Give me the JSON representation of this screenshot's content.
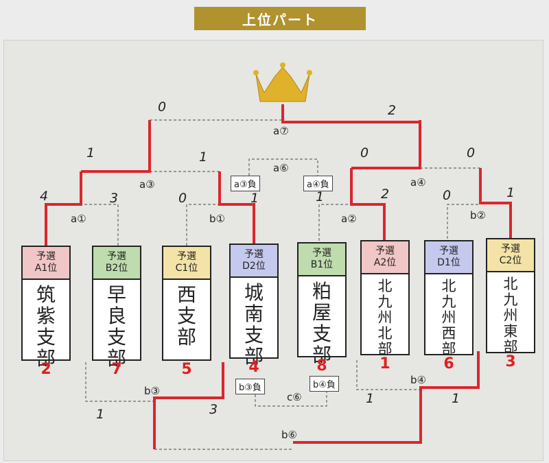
{
  "header": {
    "title": "上位パート"
  },
  "teams": [
    {
      "label": [
        "予選",
        "A1位"
      ],
      "name": [
        "筑",
        "紫",
        "支",
        "部"
      ],
      "rank": "2",
      "color": "#f1c6c6"
    },
    {
      "label": [
        "予選",
        "B2位"
      ],
      "name": [
        "早",
        "良",
        "支",
        "部"
      ],
      "rank": "7",
      "color": "#bfdcae"
    },
    {
      "label": [
        "予選",
        "C1位"
      ],
      "name": [
        "西",
        "支",
        "部"
      ],
      "rank": "5",
      "color": "#f3e3a6"
    },
    {
      "label": [
        "予選",
        "D2位"
      ],
      "name": [
        "城",
        "南",
        "支",
        "部"
      ],
      "rank": "4",
      "color": "#c6c9ee"
    },
    {
      "label": [
        "予選",
        "B1位"
      ],
      "name": [
        "粕",
        "屋",
        "支",
        "部"
      ],
      "rank": "8",
      "color": "#bfdcae"
    },
    {
      "label": [
        "予選",
        "A2位"
      ],
      "name": [
        "北",
        "九",
        "州",
        "北",
        "部"
      ],
      "rank": "1",
      "color": "#f1c6c6"
    },
    {
      "label": [
        "予選",
        "D1位"
      ],
      "name": [
        "北",
        "九",
        "州",
        "西",
        "部"
      ],
      "rank": "6",
      "color": "#c6c9ee"
    },
    {
      "label": [
        "予選",
        "C2位"
      ],
      "name": [
        "北",
        "九",
        "州",
        "東",
        "部"
      ],
      "rank": "3",
      "color": "#f3e3a6"
    }
  ],
  "match_labels": {
    "a1": "a①",
    "a2": "a②",
    "a3": "a③",
    "a4": "a④",
    "a6": "a⑥",
    "a7": "a⑦",
    "b1": "b①",
    "b2": "b②",
    "b3": "b③",
    "b4": "b④",
    "b6": "b⑥",
    "c6": "c⑥"
  },
  "loser_boxes": {
    "a3_lose": "a③負",
    "a4_lose": "a④負",
    "b3_lose": "b③負",
    "b4_lose": "b④負"
  },
  "scores": {
    "a7_left": "0",
    "a7_right": "2",
    "a3_left": "1",
    "a3_right": "1",
    "a4_left": "0",
    "a4_right": "0",
    "a1_left": "4",
    "a1_right": "3",
    "b1_left": "0",
    "b1_right": "1",
    "a2_left": "1",
    "a2_right": "2",
    "b2_left": "0",
    "b2_right": "1",
    "b3_left": "1",
    "b3_right": "3",
    "b4_left": "1",
    "b4_right": "1"
  },
  "colors": {
    "win_line": "#d9272e",
    "lose_line": "#666666",
    "crown": "#e0b12a",
    "header": "#b0922e"
  },
  "icons": {
    "crown": "crown-icon"
  }
}
